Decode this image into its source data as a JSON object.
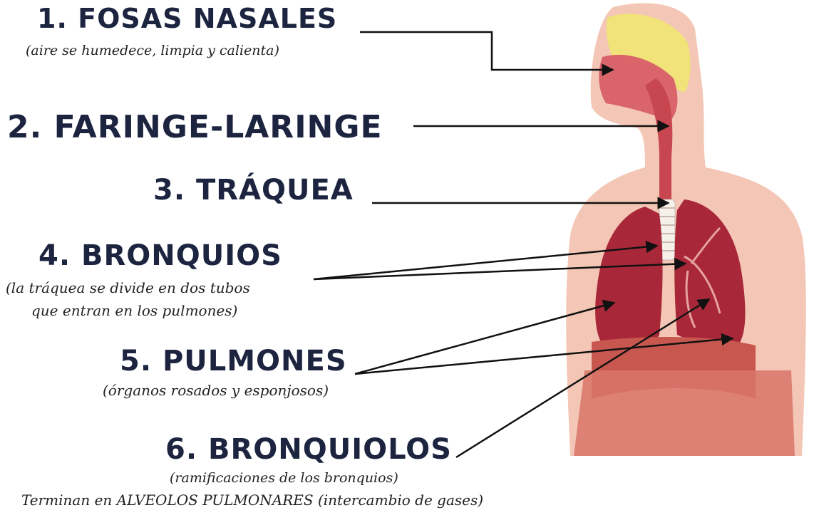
{
  "labels": [
    {
      "id": "fosas",
      "title": "1. FOSAS NASALES",
      "subtitle": "(aire se humedece, limpia y calienta)"
    },
    {
      "id": "faringe",
      "title": "2. FARINGE-LARINGE"
    },
    {
      "id": "traquea",
      "title": "3. TRÁQUEA"
    },
    {
      "id": "bronquios",
      "title": "4. BRONQUIOS",
      "subtitle_line1": "(la tráquea se divide en dos tubos",
      "subtitle_line2": "que entran en los pulmones)"
    },
    {
      "id": "pulmones",
      "title": "5. PULMONES",
      "subtitle": "(órganos rosados y esponjosos)"
    },
    {
      "id": "bronquiolos",
      "title": "6. BRONQUIOLOS",
      "subtitle_line1": "(ramificaciones de los bronquios)",
      "subtitle_line2": "Terminan en ALVEOLOS PULMONARES (intercambio de gases)"
    }
  ],
  "colors": {
    "title": "#1d2440",
    "skin": "#f3c6b5",
    "lung": "#a8283a",
    "nasal": "#f2e27a",
    "muscle": "#c8584f",
    "arrow": "#111111"
  }
}
